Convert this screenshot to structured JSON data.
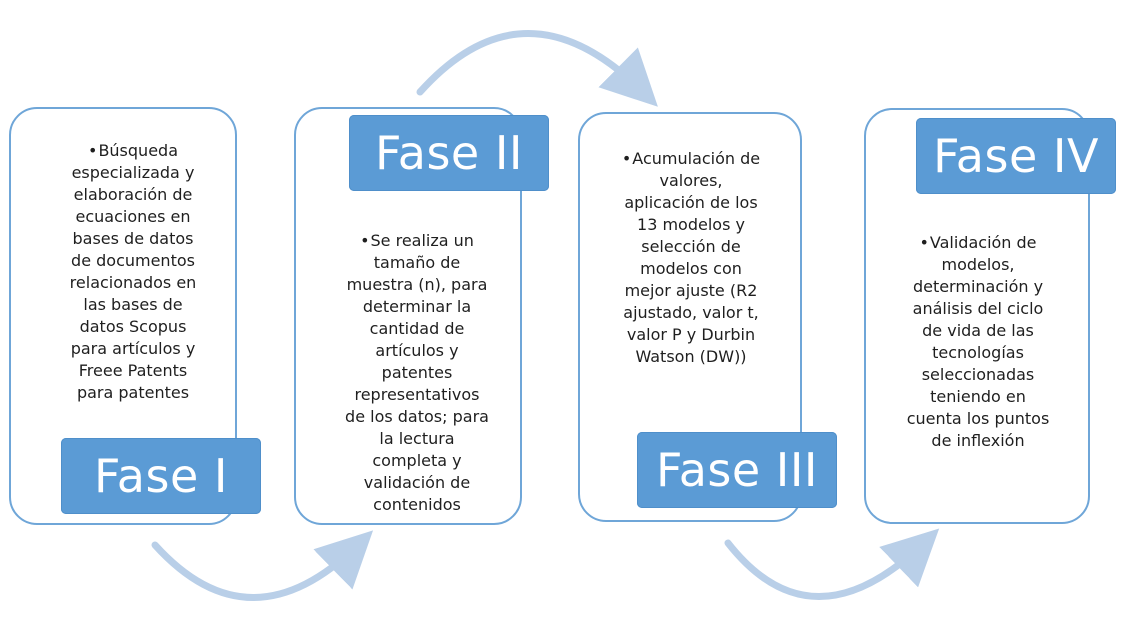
{
  "diagram": {
    "colors": {
      "border": "#6fa6d8",
      "tab_fill": "#5b9bd5",
      "tab_text": "#ffffff",
      "arrow": "#b9cfe8",
      "body_text": "#1f1f1f"
    },
    "phases": [
      {
        "title": "Fase I",
        "text": "Búsqueda\nespecializada y\nelaboración de\necuaciones en\nbases de datos\nde documentos\nrelacionados en\nlas bases de\ndatos Scopus\npara artículos y\nFreee Patents\npara patentes"
      },
      {
        "title": "Fase II",
        "text": "Se realiza un\ntamaño de\nmuestra (n), para\ndeterminar la\ncantidad de\nartículos y\npatentes\nrepresentativos\nde los datos; para\nla lectura\ncompleta y\nvalidación de\ncontenidos"
      },
      {
        "title": "Fase III",
        "text": "Acumulación de\nvalores,\naplicación de los\n13 modelos y\nselección de\nmodelos con\nmejor ajuste (R2\najustado, valor t,\nvalor P y Durbin\nWatson (DW))"
      },
      {
        "title": "Fase IV",
        "text": "Validación de\nmodelos,\ndeterminación y\nanálisis del ciclo\nde vida de las\ntecnologías\nseleccionadas\nteniendo en\ncuenta los puntos\nde inflexión"
      }
    ],
    "connectors": [
      {
        "from": "Fase I",
        "to": "Fase II",
        "icon": "curved-arrow-icon"
      },
      {
        "from": "Fase II",
        "to": "Fase III",
        "icon": "curved-arrow-icon"
      },
      {
        "from": "Fase III",
        "to": "Fase IV",
        "icon": "curved-arrow-icon"
      }
    ]
  }
}
